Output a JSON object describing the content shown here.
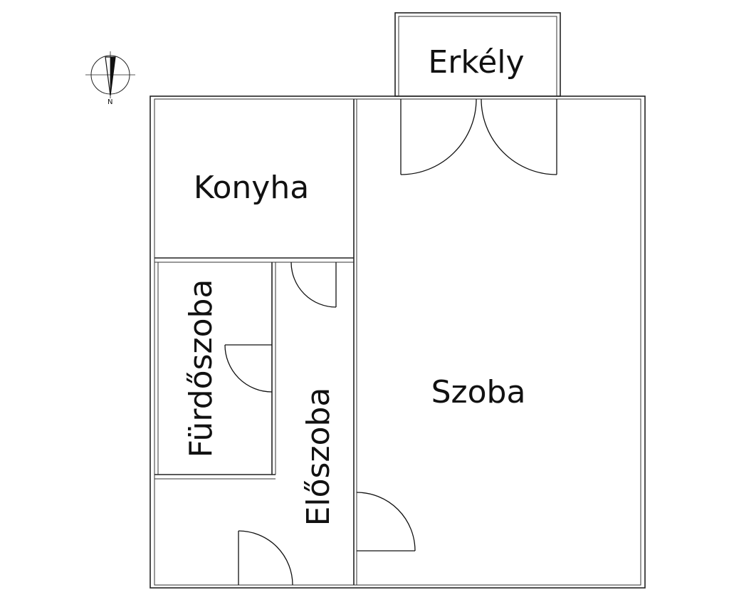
{
  "rooms": {
    "balcony": "Erkély",
    "kitchen": "Konyha",
    "bathroom": "Fürdőszoba",
    "hallway": "Előszoba",
    "room": "Szoba"
  },
  "compass": {
    "north_label": "N"
  }
}
